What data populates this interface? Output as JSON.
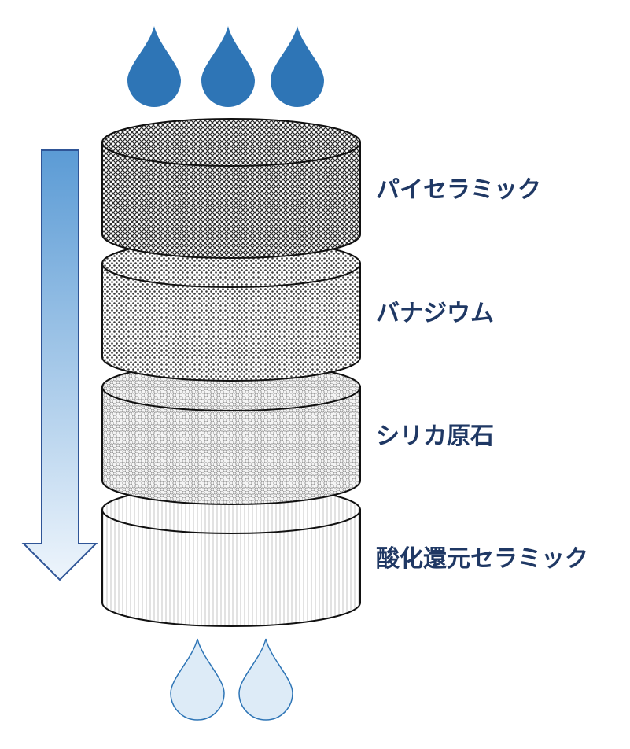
{
  "colors": {
    "input_drop": "#2e75b6",
    "output_drop": "#ddebf7",
    "output_drop_stroke": "#2e75b6",
    "arrow_top": "#5b9bd5",
    "arrow_bottom": "#eef5fc",
    "arrow_stroke": "#2f5597",
    "label": "#1f3864",
    "cylinder_stroke": "#111111"
  },
  "icons": {
    "input": "water-drop-icon",
    "output": "water-drop-icon",
    "flow": "down-arrow-icon"
  },
  "layers": [
    {
      "label": "パイセラミック",
      "texture": "dense-crosshatch"
    },
    {
      "label": "バナジウム",
      "texture": "dotted"
    },
    {
      "label": "シリカ原石",
      "texture": "light-dotted"
    },
    {
      "label": "酸化還元セラミック",
      "texture": "vertical-stripes"
    }
  ],
  "input_drop_count": 3,
  "output_drop_count": 2
}
